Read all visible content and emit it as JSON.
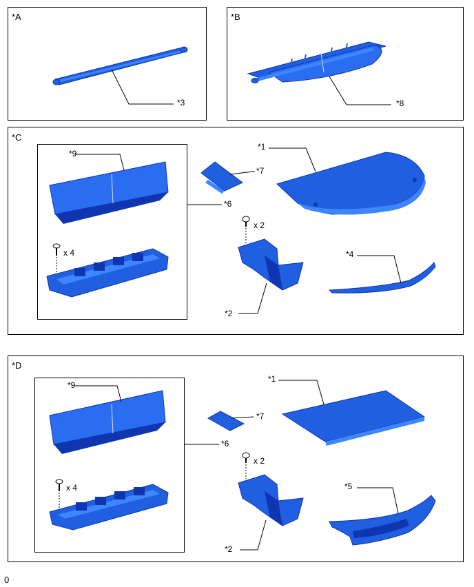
{
  "panels": {
    "a": {
      "label": "*A",
      "callouts": {
        "c3": "*3"
      }
    },
    "b": {
      "label": "*B",
      "callouts": {
        "c8": "*8"
      }
    },
    "c": {
      "label": "*C",
      "callouts": {
        "c9": "*9",
        "c6": "*6",
        "c7": "*7",
        "c1": "*1",
        "c2": "*2",
        "c4": "*4",
        "qty_clip": "x 2",
        "qty_screw": "x 4"
      }
    },
    "d": {
      "label": "*D",
      "callouts": {
        "c9": "*9",
        "c6": "*6",
        "c7": "*7",
        "c1": "*1",
        "c2": "*2",
        "c5": "*5",
        "qty_clip": "x 2",
        "qty_screw": "x 4"
      }
    }
  },
  "colors": {
    "part_fill": "#1f5fe0",
    "part_dark": "#0f35b0",
    "part_light": "#3d86ff",
    "line": "#000000"
  },
  "footer": {
    "figure_id": "0"
  }
}
